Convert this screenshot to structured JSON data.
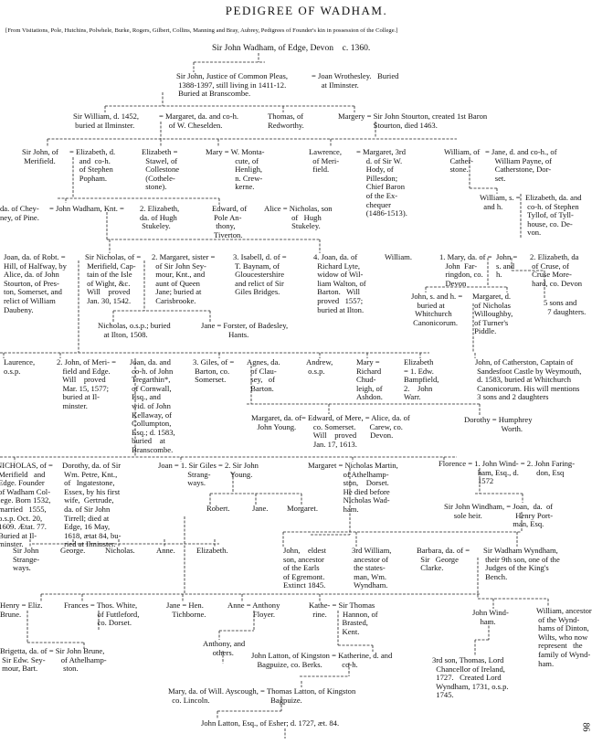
{
  "title": "PEDIGREE OF WADHAM.",
  "sources": "[From Visitations, Pole, Hutchins, Polwhele, Burke, Rogers, Gilbert, Collins, Manning and Bray, Aubrey, Pedigrees of Founder's kin in possession of the College.]",
  "page_number": "86",
  "entries": [
    "Sir John Wadham, of Edge, Devon    c. 1360.",
    "Sir John, Justice of Common Pleas,\n 1388-1397, still living in 1411-12.\n Buried at Branscombe.",
    "= Joan Wrothesley.   Buried\n     at Ilminster.",
    "Sir William, d. 1452,\n buried at Ilminster.",
    "= Margaret, da. and co-h.\n     of W. Cheselden.",
    "Thomas, of\nRedworthy.",
    "Margery = Sir John Stourton, created 1st Baron\n                  Stourton, died 1463.",
    "Sir John, of\n Merifield.",
    "= Elizabeth, d.\n     and  co-h.\n     of Stephen\n     Popham.",
    "Elizabeth =\n  Stawel, of\n  Collestone\n  (Cothele-\n  stone).",
    "Mary = W. Monta-\n               cute, of\n               Henligh,\n               n. Crew-\n               kerne.",
    "Lawrence,\n  of Meri-\n  field.",
    "= Margaret, 3rd\n     d. of Sir W.\n     Hody, of\n     Pillesdon;\n     Chief Baron\n     of the Ex-\n     chequer\n     (1486-1513).",
    "William, of\n   Cather-\n   stone.",
    "= Jane, d. and co-h., of\n     William Payne, of\n     Catherstone, Dor-\n     set.",
    "da. of Chey-\nney, of Pine.",
    "= John Wadham, Knt. =",
    "2. Elizabeth,\nda. of Hugh\n Stukeley.",
    "Edward, of\n Pole An-\n  thony,\n Tiverton.",
    "Alice = Nicholas, son\n              of   Hugh\n              Stukeley.",
    "William, s. =\n  and h.",
    "Elizabeth, da. and\n co-h. of Stephen\n Tyllof, of Tyll-\n house, co. De-\n von.",
    "Joan, da. of Robt. =\nHill, of Halfway, by\nAlice, da. of John\nStourton, of Pres-\nton, Somerset, and\nrelict of William\nDaubeny.",
    "Sir Nicholas, of =\n Merifield, Cap-\n tain of the Isle\n of Wight, &c.\n Will    proved\n Jan. 30, 1542.",
    "2. Margaret, sister =\n  of Sir John Sey-\n  mour, Knt., and\n  aunt of Queen\n  Jane; buried at\n  Carisbrooke.",
    "3. Isabell, d. of =\n T. Baynam, of\n Gloucestershire\n and relict of Sir\n Giles Bridges.",
    "4. Joan, da. of\n  Richard Lyte,\n  widow of Wil-\n  liam Walton, of\n  Barton.   Will\n  proved   1557;\n  buried at Ilton.",
    "William.",
    "1. Mary, da. of =\n   John  Far-\n   ringdon, co.\n   Devon",
    "John =\ns. and\nh.",
    "2. Elizabeth, da\n of Cruse, of\n Cruse More-\n hard, co. Devon",
    "John, s. and h. =\n   buried at\n  Whitchurch\n Canonicorum.",
    "Margaret, d.\n of Nicholas\n Willoughby,\n of Turner's\n Piddle.",
    "5 sons and\n  7 daughters.",
    "Nicholas, o.s.p.; buried\n   at Ilton, 1508.",
    "Jane = Forster, of Badesley,\n              Hants.",
    "Laurence,\no.s.p.",
    "2. John, of Meri- =\n   field and Edge.\n   Will    proved\n   Mar. 15, 1577;\n   buried at Il-\n   minster.",
    "Joan, da. and\n co-h. of John\n Tregarthin*,\n of Cornwall,\n Esq., and\n wid. of John\n Kellaway, of\n Collumpton,\n Esq.; d. 1583,\n buried    at\n Branscombe.",
    "3. Giles, of =\n Barton, co.\n Somerset.",
    "Agnes, da.\n  of Clau-\n  sey,   of\n  Barton.",
    "Andrew,\n o.s.p.",
    "Mary =\nRichard\nChud-\nleigh, of\nAshdon.",
    "Elizabeth\n= 1. Edw.\nBampfield,\n2.    John\nWarr.",
    "John, of Catherston, Captain of\n Sandesfoot Castle by Weymouth,\n d. 1583, buried at Whitchurch\n Canonicorum. His will mentions\n 3 sons and 2 daughters",
    "Margaret, da. of\n   John Young.",
    "= Edward, of Mere, = Alice, da. of\n      co. Somerset.       Carew, co.\n      Will    proved       Devon.\n      Jan. 17, 1613.",
    "Dorothy = Humphrey\n                   Worth.",
    "NICHOLAS, of =\n Merifield   and\n Edge. Founder\n of Wadham Col-\n lege. Born 1532,\n married   1555,\n o.s.p. Oct. 20,\n 1609. Ætat. 77.\n Buried at Il-\n minster.",
    "Dorothy, da. of Sir\n Wm. Petre, Knt.,\n of   Ingatestone,\n Essex, by his first\n wife,  Gertrude,\n da. of Sir John\n Tirrell; died at\n Edge, 16 May,\n 1618, ætat 84, bu-\n ried at Ilminster.",
    "Joan = 1. Sir Giles = 2. Sir John\n               Strang-          Young.\n               ways.",
    "Robert.",
    "Jane.",
    "Morgaret.",
    "Margaret = Nicholas Martin,\n                  of Athelhamp-\n                  ston,    Dorset.\n                  He died before\n                  Nicholas Wad-\n                  ham.",
    "Florence = 1. John Wind- = 2. John Faring-\n                    ham, Esq., d.         don, Esq\n                    1572",
    "Sir John Windham, = Joan,  da.  of\n     sole heir.                 Henry Port-\n                                   man, Esq.",
    "Sir John\nStrange-\nways.",
    "George.",
    "Nicholas.",
    "Anne.",
    "Elizabeth.",
    "John,    eldest\nson, ancestor\nof the Earls\nof Egremont.\nExtinct 1845.",
    "3rd William,\n ancestor of\n the states-\n man, Wm.\n Wyndham.",
    "Barbara, da. of =\n  Sir   George\n  Clarke.",
    "Sir Wadham Wyndham,\n their 9th son, one of the\n Judges of the King's\n Bench.",
    "Henry = Eliz.\nBrune.",
    "Frances = Thos. White,\n                 of Futtleford,\n                 co. Dorset.",
    "Jane = Hen.\n   Tichborne.",
    "Anne = Anthony\n             Floyer.",
    "Kathe- = Sir Thomas\n  rine.        Hannon, of\n                 Brasted,\n                 Kent.",
    "John Wind-\n    ham.",
    "William, ancestor\n of the Wynd-\n hams of Dinton,\n Wilts, who now\n represent   the\n family of Wynd-\n ham.",
    "Anthony, and\n     others.",
    "Brigetta, da. of = Sir John Brune,\n Sir Edw. Sey-        of Athelhamp-\n mour, Bart.             ston.",
    "John Latton, of Kingston = Katherine, d. and\n   Bagpuize, co. Berks.          co-h.",
    "3rd son, Thomas, Lord\n  Chancellor of Ireland,\n  1727.   Created Lord\n  Wyndham, 1731, o.s.p.\n  1745.",
    "Mary, da. of Will. Ayscough, = Thomas Latton, of Kingston\n  co. Lincoln.                               Bagpuize.",
    "John Latton, Esq., of Esher; d. 1727, æt. 84."
  ]
}
